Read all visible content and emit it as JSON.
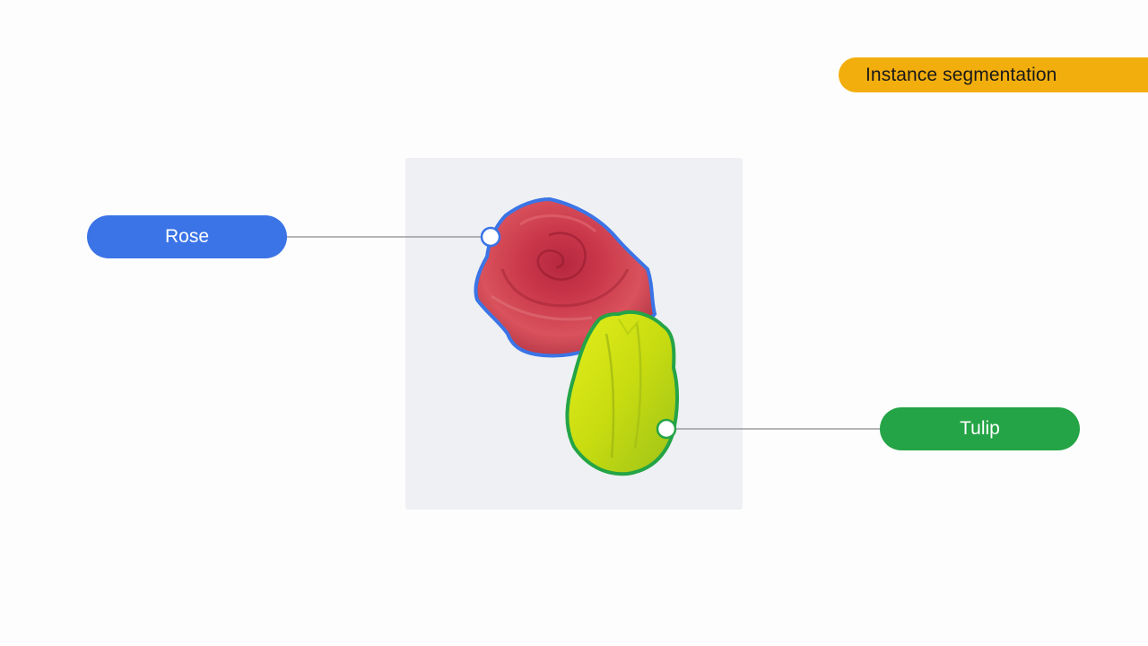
{
  "slide": {
    "title": "Instance segmentation"
  },
  "instances": [
    {
      "label": "Rose",
      "outline_color": "#3b74e6",
      "pill_color": "#3b74e6"
    },
    {
      "label": "Tulip",
      "outline_color": "#24a446",
      "pill_color": "#24a446"
    }
  ],
  "colors": {
    "title_badge": "#f2ae0d",
    "connector": "#8a8a8a",
    "panel": "#eef0f3"
  }
}
